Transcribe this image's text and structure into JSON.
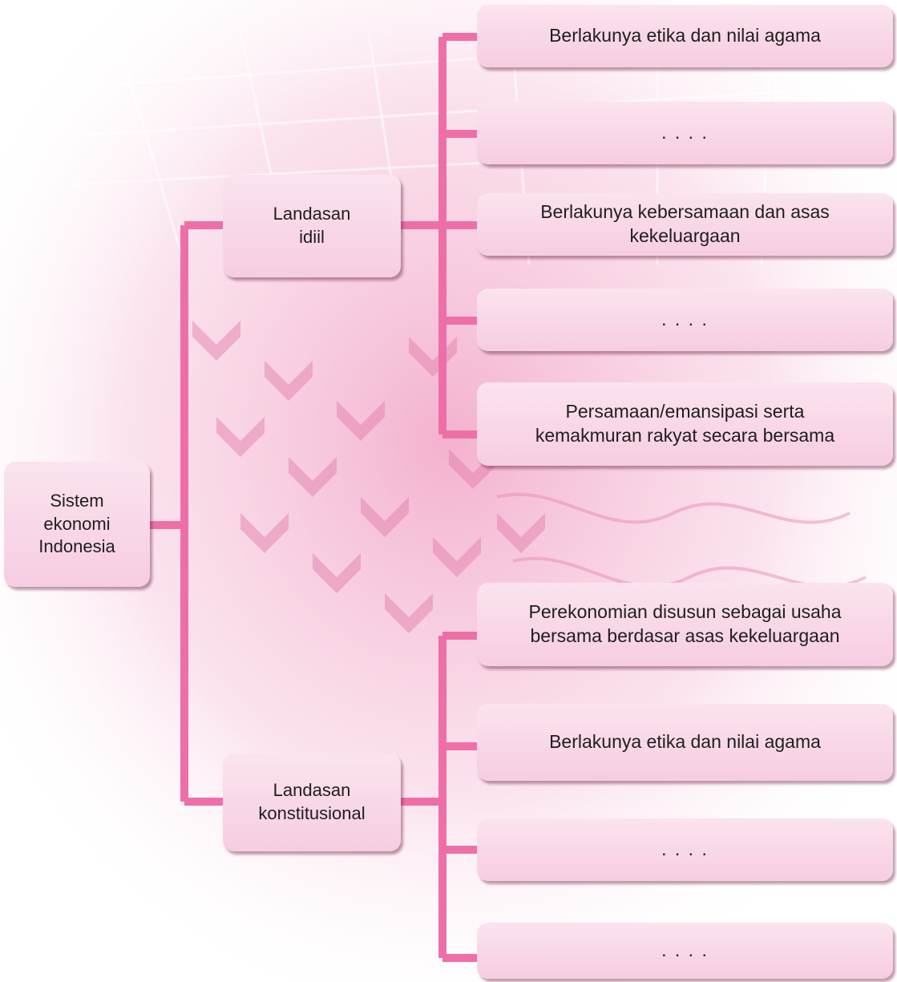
{
  "colors": {
    "connector": "#ee6fa8",
    "box_fill": "#f8d6e6",
    "background_tint": "#f4b9d3"
  },
  "diagram": {
    "root": "Sistem\nekonomi\nIndonesia",
    "branches": [
      {
        "label": "Landasan\nidiil",
        "items": [
          "Berlakunya etika dan nilai agama",
          ". . . .",
          "Berlakunya kebersamaan dan asas\nkekeluargaan",
          ". . . .",
          "Persamaan/emansipasi serta\nkemakmuran rakyat secara bersama"
        ]
      },
      {
        "label": "Landasan\nkonstitusional",
        "items": [
          "Perekonomian disusun sebagai usaha\nbersama berdasar asas kekeluargaan",
          "Berlakunya etika dan nilai agama",
          ". . . .",
          ". . . ."
        ]
      }
    ]
  }
}
